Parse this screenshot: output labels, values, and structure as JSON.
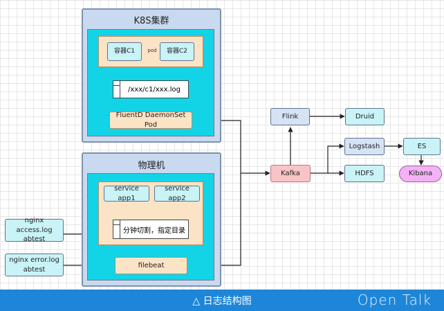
{
  "k8s": {
    "title": "K8S集群",
    "container1": "容器C1",
    "pod_label": "pod",
    "container2": "容器C2",
    "log_path": "/xxx/c1/xxx.log",
    "fluentd": "FluentD DaemonSet Pod"
  },
  "physical": {
    "title": "物理机",
    "service1": "service app1",
    "service2": "service app2",
    "split_note": "分钟切割，指定目录",
    "filebeat": "filebeat"
  },
  "nginx_access": {
    "line1": "nginx access.log",
    "line2": "abtest"
  },
  "nginx_error": {
    "line1": "nginx error.log",
    "line2": "abtest"
  },
  "pipeline": {
    "kafka": "Kafka",
    "flink": "Flink",
    "druid": "Druid",
    "logstash": "Logstash",
    "hdfs": "HDFS",
    "es": "ES",
    "kibana": "Kibana"
  },
  "footer": {
    "title": "△ 日志结构图",
    "brand": "Open Talk"
  }
}
